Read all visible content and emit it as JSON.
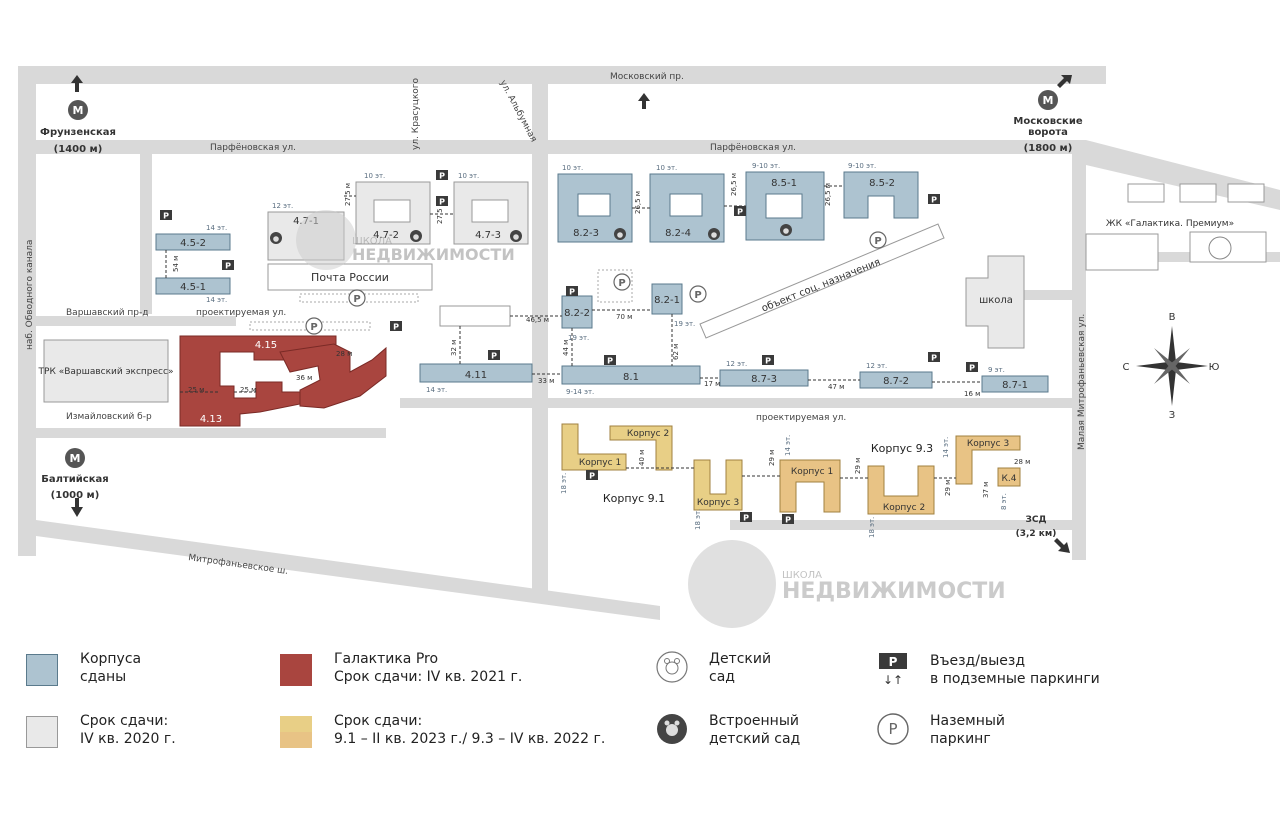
{
  "colors": {
    "delivered": "#adc3d0",
    "pending_2020": "#e9e9e9",
    "galaktika_pro": "#a9453f",
    "phase_9": "#e8cf86",
    "phase_9_alt": "#e8c385",
    "road": "#d8d8d8"
  },
  "map": {
    "streets": {
      "moskovsky": "Московский пр.",
      "parfenovskaya_1": "Парфёновская ул.",
      "parfenovskaya_2": "Парфёновская ул.",
      "krasutskogo": "ул. Красуцкого",
      "albumnaya": "ул. Альбумная",
      "varshavsky": "Варшавский пр-д",
      "proj_1": "проектируемая ул.",
      "proj_2": "проектируемая ул.",
      "izmailovsky": "Измайловский б-р",
      "obvodny": "наб. Обводного канала",
      "mitrofanievskoe": "Митрофаньевское ш.",
      "malaya_mitr": "Малая Митрофаньевская ул."
    },
    "metro": {
      "frunzenskaya": {
        "name": "Фрунзенская",
        "dist": "(1400 м)"
      },
      "moskovskie_line1": "Московские",
      "moskovskie_line2": "ворота",
      "moskovskie_dist": "(1800 м)",
      "baltiyskaya": {
        "name": "Балтийская",
        "dist": "(1000 м)"
      },
      "zsd_1": "ЗСД",
      "zsd_2": "(3,2 км)"
    },
    "places": {
      "pochta": "Почта России",
      "trk": "ТРК «Варшавский экспресс»",
      "shkola": "школа",
      "social": "объект соц. назначения",
      "premium": "ЖК «Галактика. Премиум»"
    },
    "buildings": {
      "b45_2": "4.5-2",
      "b45_1": "4.5-1",
      "b47_1": "4.7-1",
      "b47_2": "4.7-2",
      "b47_3": "4.7-3",
      "b82_3": "8.2-3",
      "b82_4": "8.2-4",
      "b85_1": "8.5-1",
      "b85_2": "8.5-2",
      "b82_2": "8.2-2",
      "b82_1": "8.2-1",
      "b411": "4.11",
      "b81": "8.1",
      "b87_3": "8.7-3",
      "b87_2": "8.7-2",
      "b87_1": "8.7-1",
      "b415": "4.15",
      "b413": "4.13",
      "k91_k1": "Корпус 1",
      "k91_k2": "Корпус 2",
      "k91_k3": "Корпус 3",
      "k93_k1": "Корпус 1",
      "k93_k2": "Корпус 2",
      "k93_k3": "Корпус 3",
      "k93_k4": "К.4",
      "k91_label": "Корпус 9.1",
      "k93_label": "Корпус 9.3"
    },
    "floors": {
      "f14a": "14 эт.",
      "f14b": "14 эт.",
      "f12": "12 эт.",
      "f10a": "10 эт.",
      "f10b": "10 эт.",
      "f10c": "10 эт.",
      "f10d": "10 эт.",
      "f910a": "9-10 эт.",
      "f910b": "9-10 эт.",
      "f19a": "19 эт.",
      "f19b": "19 эт.",
      "f914": "9-14 эт.",
      "f14c": "14 эт.",
      "f12b": "12 эт.",
      "f12c": "12 эт.",
      "f9": "9 эт.",
      "f18a": "18 эт.",
      "f18b": "18 эт.",
      "f14d": "14 эт.",
      "f18c": "18 эт.",
      "f14e": "14 эт.",
      "f8": "8 эт."
    },
    "distances": {
      "d54": "54 м",
      "d275a": "27,5 м",
      "d275b": "27,5 м",
      "d265a": "26,5 м",
      "d265b": "26,5 м",
      "d265c": "26,5 м",
      "d465": "46,5 м",
      "d70": "70 м",
      "d32": "32 м",
      "d44": "44 м",
      "d62": "62 м",
      "d33": "33 м",
      "d17": "17 м",
      "d47": "47 м",
      "d16": "16 м",
      "d25a": "25 м",
      "d25b": "25 м",
      "d28a": "28 м",
      "d36": "36 м",
      "d40": "40 м",
      "d29a": "29 м",
      "d29b": "29 м",
      "d29c": "29 м",
      "d37": "37 м",
      "d28b": "28 м"
    },
    "watermark": {
      "school": "ШКОЛА",
      "brand": "НЕДВИЖИМОСТИ"
    }
  },
  "legend": {
    "delivered": [
      "Корпуса",
      "сданы"
    ],
    "pending_2020": [
      "Срок сдачи:",
      "IV кв. 2020 г."
    ],
    "galaktika": [
      "Галактика Pro",
      "Срок сдачи: IV кв. 2021 г."
    ],
    "phase9": [
      "Срок сдачи:",
      "9.1 – II кв. 2023 г./ 9.3 – IV кв. 2022 г."
    ],
    "kindergarten": [
      "Детский",
      "сад"
    ],
    "built_in_kg": [
      "Встроенный",
      "детский сад"
    ],
    "parking_entry": [
      "Въезд/выезд",
      "в подземные паркинги"
    ],
    "ground_parking": [
      "Наземный",
      "паркинг"
    ]
  }
}
